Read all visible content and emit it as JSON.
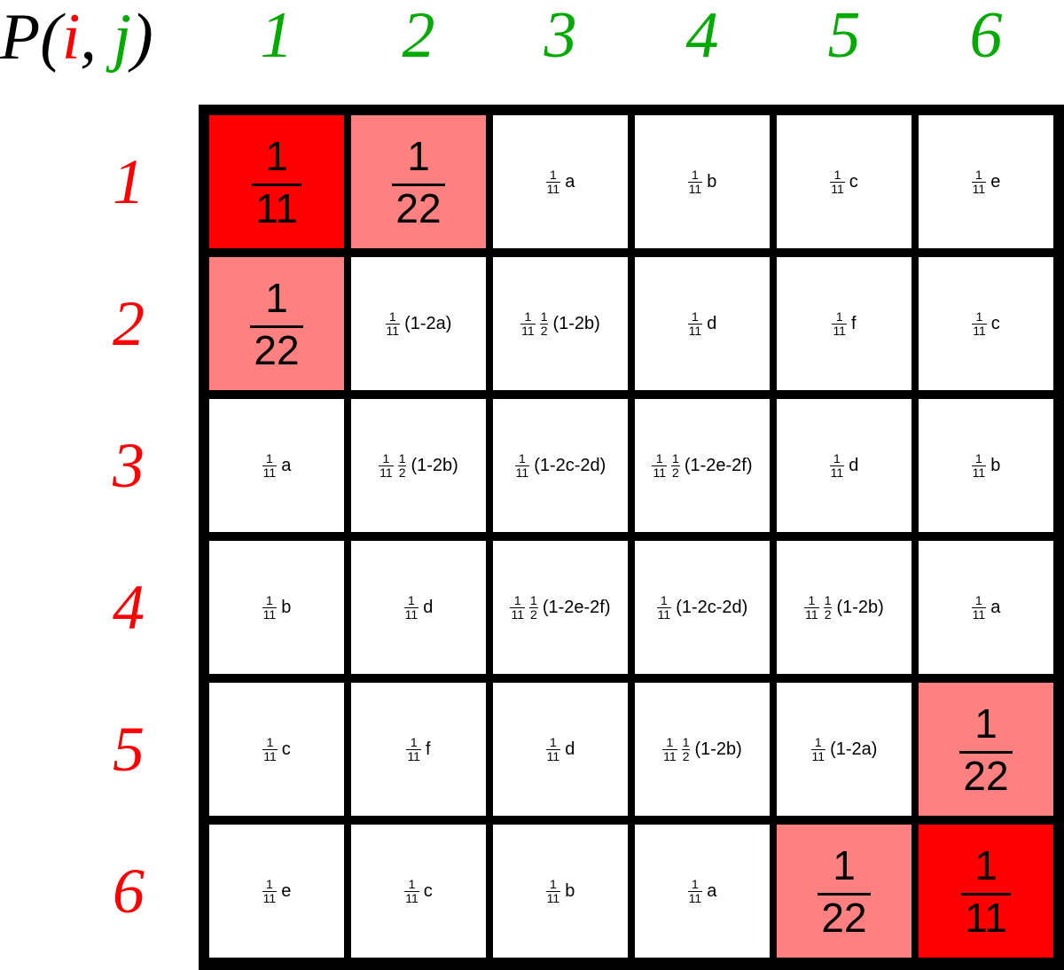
{
  "label": {
    "prefix": "P(",
    "i": "i",
    "comma": ",",
    "j": "j",
    "suffix": ")"
  },
  "colors": {
    "row_index": "#ff0000",
    "col_index": "#00aa00",
    "diagonal": "#ff0000",
    "near_diagonal": "#ff8080",
    "background": "#ffffff",
    "grid_lines": "#000000"
  },
  "columns": [
    "1",
    "2",
    "3",
    "4",
    "5",
    "6"
  ],
  "rows": [
    "1",
    "2",
    "3",
    "4",
    "5",
    "6"
  ],
  "cells": [
    [
      {
        "kind": "big",
        "num": "1",
        "den": "11",
        "fill": "diagonal"
      },
      {
        "kind": "big",
        "num": "1",
        "den": "22",
        "fill": "near_diagonal"
      },
      {
        "kind": "small",
        "fracs": [
          [
            "1",
            "11"
          ]
        ],
        "tail": "a"
      },
      {
        "kind": "small",
        "fracs": [
          [
            "1",
            "11"
          ]
        ],
        "tail": "b"
      },
      {
        "kind": "small",
        "fracs": [
          [
            "1",
            "11"
          ]
        ],
        "tail": "c"
      },
      {
        "kind": "small",
        "fracs": [
          [
            "1",
            "11"
          ]
        ],
        "tail": "e"
      }
    ],
    [
      {
        "kind": "big",
        "num": "1",
        "den": "22",
        "fill": "near_diagonal"
      },
      {
        "kind": "small",
        "fracs": [
          [
            "1",
            "11"
          ]
        ],
        "tail": "(1-2a)"
      },
      {
        "kind": "small",
        "fracs": [
          [
            "1",
            "11"
          ],
          [
            "1",
            "2"
          ]
        ],
        "tail": "(1-2b)"
      },
      {
        "kind": "small",
        "fracs": [
          [
            "1",
            "11"
          ]
        ],
        "tail": "d"
      },
      {
        "kind": "small",
        "fracs": [
          [
            "1",
            "11"
          ]
        ],
        "tail": "f"
      },
      {
        "kind": "small",
        "fracs": [
          [
            "1",
            "11"
          ]
        ],
        "tail": "c"
      }
    ],
    [
      {
        "kind": "small",
        "fracs": [
          [
            "1",
            "11"
          ]
        ],
        "tail": "a"
      },
      {
        "kind": "small",
        "fracs": [
          [
            "1",
            "11"
          ],
          [
            "1",
            "2"
          ]
        ],
        "tail": "(1-2b)"
      },
      {
        "kind": "small",
        "fracs": [
          [
            "1",
            "11"
          ]
        ],
        "tail": "(1-2c-2d)"
      },
      {
        "kind": "small",
        "fracs": [
          [
            "1",
            "11"
          ],
          [
            "1",
            "2"
          ]
        ],
        "tail": "(1-2e-2f)"
      },
      {
        "kind": "small",
        "fracs": [
          [
            "1",
            "11"
          ]
        ],
        "tail": "d"
      },
      {
        "kind": "small",
        "fracs": [
          [
            "1",
            "11"
          ]
        ],
        "tail": "b"
      }
    ],
    [
      {
        "kind": "small",
        "fracs": [
          [
            "1",
            "11"
          ]
        ],
        "tail": "b"
      },
      {
        "kind": "small",
        "fracs": [
          [
            "1",
            "11"
          ]
        ],
        "tail": "d"
      },
      {
        "kind": "small",
        "fracs": [
          [
            "1",
            "11"
          ],
          [
            "1",
            "2"
          ]
        ],
        "tail": "(1-2e-2f)"
      },
      {
        "kind": "small",
        "fracs": [
          [
            "1",
            "11"
          ]
        ],
        "tail": "(1-2c-2d)"
      },
      {
        "kind": "small",
        "fracs": [
          [
            "1",
            "11"
          ],
          [
            "1",
            "2"
          ]
        ],
        "tail": "(1-2b)"
      },
      {
        "kind": "small",
        "fracs": [
          [
            "1",
            "11"
          ]
        ],
        "tail": "a"
      }
    ],
    [
      {
        "kind": "small",
        "fracs": [
          [
            "1",
            "11"
          ]
        ],
        "tail": "c"
      },
      {
        "kind": "small",
        "fracs": [
          [
            "1",
            "11"
          ]
        ],
        "tail": "f"
      },
      {
        "kind": "small",
        "fracs": [
          [
            "1",
            "11"
          ]
        ],
        "tail": "d"
      },
      {
        "kind": "small",
        "fracs": [
          [
            "1",
            "11"
          ],
          [
            "1",
            "2"
          ]
        ],
        "tail": "(1-2b)"
      },
      {
        "kind": "small",
        "fracs": [
          [
            "1",
            "11"
          ]
        ],
        "tail": "(1-2a)"
      },
      {
        "kind": "big",
        "num": "1",
        "den": "22",
        "fill": "near_diagonal"
      }
    ],
    [
      {
        "kind": "small",
        "fracs": [
          [
            "1",
            "11"
          ]
        ],
        "tail": "e"
      },
      {
        "kind": "small",
        "fracs": [
          [
            "1",
            "11"
          ]
        ],
        "tail": "c"
      },
      {
        "kind": "small",
        "fracs": [
          [
            "1",
            "11"
          ]
        ],
        "tail": "b"
      },
      {
        "kind": "small",
        "fracs": [
          [
            "1",
            "11"
          ]
        ],
        "tail": "a"
      },
      {
        "kind": "big",
        "num": "1",
        "den": "22",
        "fill": "near_diagonal"
      },
      {
        "kind": "big",
        "num": "1",
        "den": "11",
        "fill": "diagonal"
      }
    ]
  ]
}
